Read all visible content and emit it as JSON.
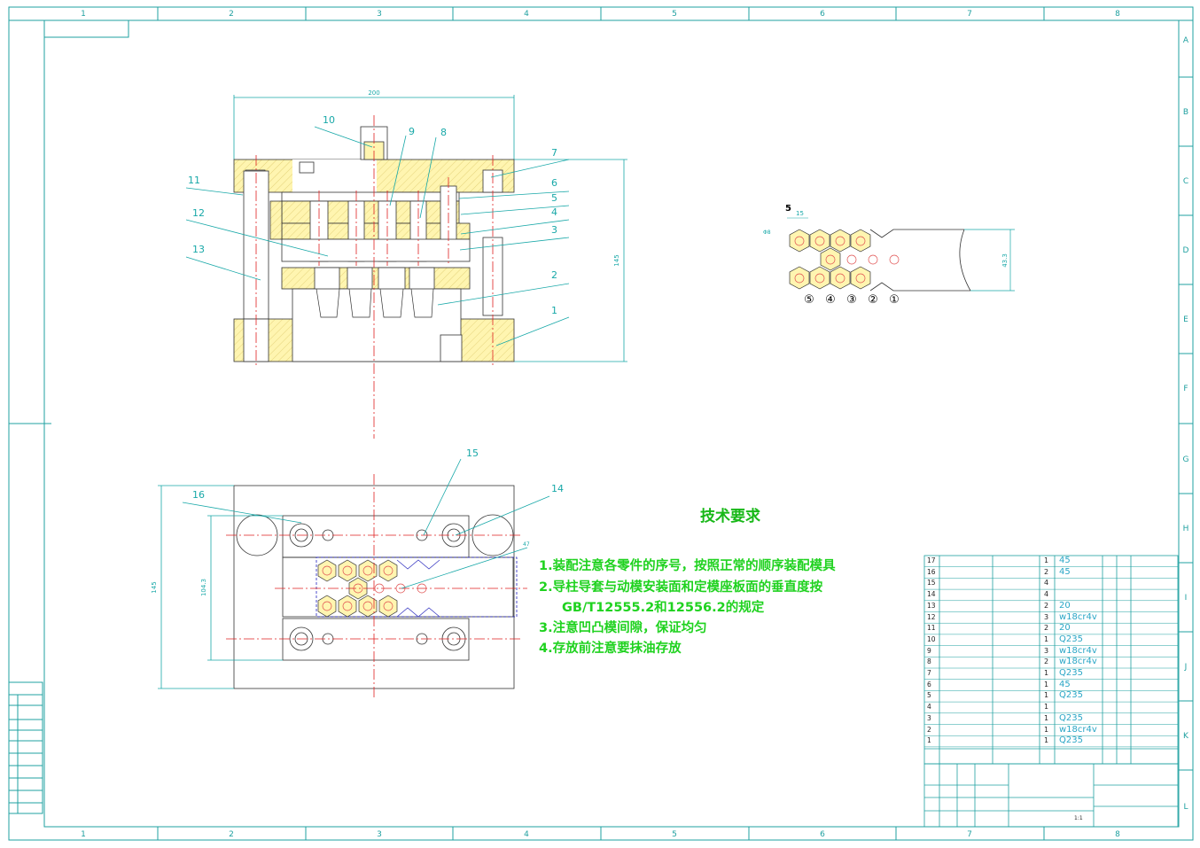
{
  "border": {
    "top_columns": [
      "1",
      "2",
      "3",
      "4",
      "5",
      "6",
      "7",
      "8"
    ],
    "bottom_columns": [
      "1",
      "2",
      "3",
      "4",
      "5",
      "6",
      "7",
      "8"
    ],
    "right_rows": [
      "A",
      "B",
      "C",
      "D",
      "E",
      "F",
      "G",
      "H",
      "I",
      "J",
      "K",
      "L"
    ]
  },
  "front_view": {
    "dim_width": "200",
    "dim_height": "145",
    "callouts_left": [
      "10",
      "9",
      "8",
      "11",
      "12",
      "13"
    ],
    "callouts_right": [
      "7",
      "6",
      "5",
      "4",
      "3",
      "2",
      "1"
    ]
  },
  "top_view": {
    "callouts": [
      "16",
      "15",
      "14"
    ],
    "dim_left_outer": "145",
    "dim_left_inner": "104.3",
    "dim_small": "47"
  },
  "strip_layout": {
    "step_label": "5",
    "pitch": "15",
    "hex_label": "Φ8",
    "width_dim": "43.3",
    "stations": [
      "⑤",
      "④",
      "③",
      "②",
      "①"
    ]
  },
  "tech_requirements": {
    "title": "技术要求",
    "items": [
      "1.装配注意各零件的序号，按照正常的顺序装配模具",
      "2.导柱导套与动模安装面和定模座板面的垂直度按",
      "GB/T12555.2和12556.2的规定",
      "3.注意凹凸模间隙，保证均匀",
      "4.存放前注意要抹油存放"
    ]
  },
  "bom": [
    {
      "no": "17",
      "name": "",
      "qty": "1",
      "material": "45"
    },
    {
      "no": "16",
      "name": "",
      "qty": "2",
      "material": "45"
    },
    {
      "no": "15",
      "name": "",
      "qty": "4",
      "material": ""
    },
    {
      "no": "14",
      "name": "",
      "qty": "4",
      "material": ""
    },
    {
      "no": "13",
      "name": "",
      "qty": "2",
      "material": "20"
    },
    {
      "no": "12",
      "name": "",
      "qty": "3",
      "material": "w18cr4v"
    },
    {
      "no": "11",
      "name": "",
      "qty": "2",
      "material": "20"
    },
    {
      "no": "10",
      "name": "",
      "qty": "1",
      "material": "Q235"
    },
    {
      "no": "9",
      "name": "",
      "qty": "3",
      "material": "w18cr4v"
    },
    {
      "no": "8",
      "name": "",
      "qty": "2",
      "material": "w18cr4v"
    },
    {
      "no": "7",
      "name": "",
      "qty": "1",
      "material": "Q235"
    },
    {
      "no": "6",
      "name": "",
      "qty": "1",
      "material": "45"
    },
    {
      "no": "5",
      "name": "",
      "qty": "1",
      "material": "Q235"
    },
    {
      "no": "4",
      "name": "",
      "qty": "1",
      "material": ""
    },
    {
      "no": "3",
      "name": "",
      "qty": "1",
      "material": "Q235"
    },
    {
      "no": "2",
      "name": "",
      "qty": "1",
      "material": "w18cr4v"
    },
    {
      "no": "1",
      "name": "",
      "qty": "1",
      "material": "Q235"
    }
  ],
  "title_block": {
    "drawing_name": "",
    "scale": "1:1"
  },
  "colors": {
    "border": "#1fa0a0",
    "yellow_fill": "#fff5b0",
    "centerline": "#e02020",
    "callout": "#18a8a8",
    "tech_text": "#1fd21f",
    "hatch": "#d8c040"
  }
}
